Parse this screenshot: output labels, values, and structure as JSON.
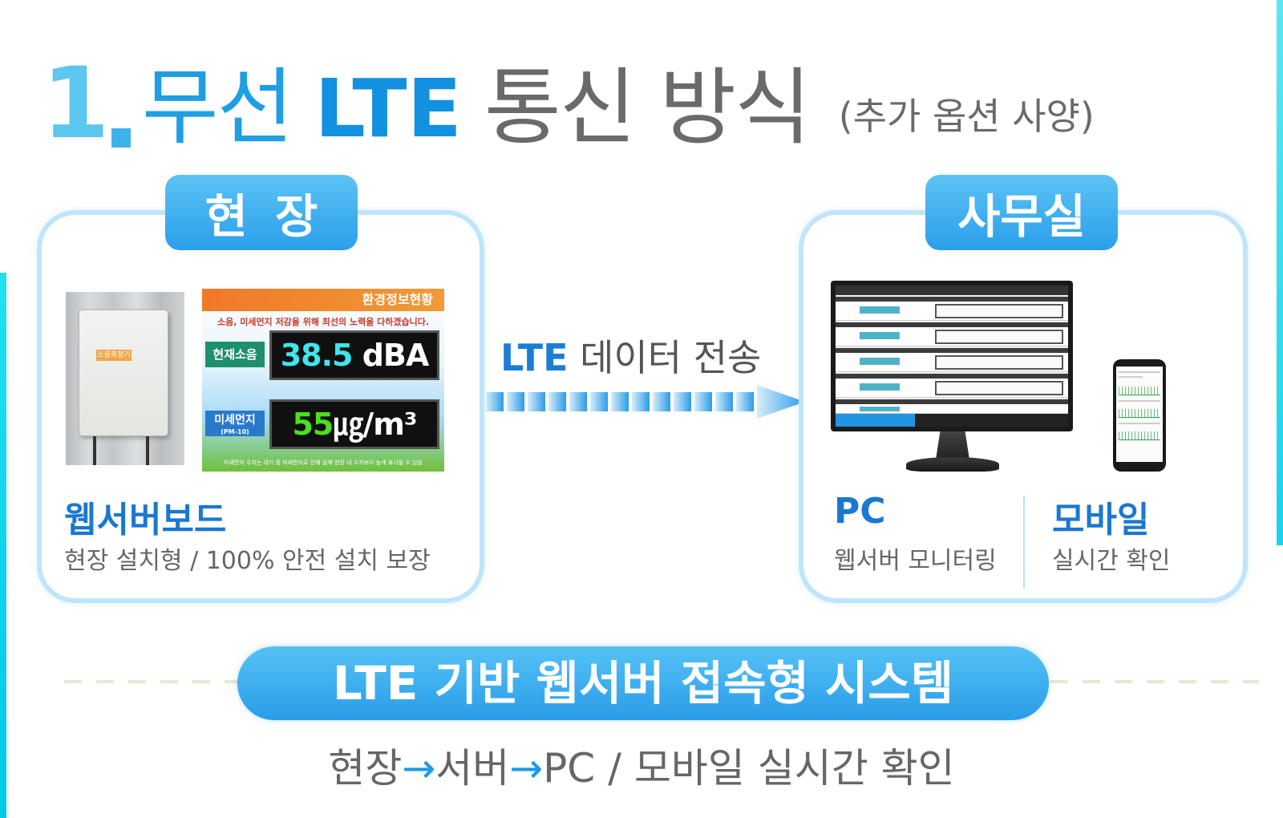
{
  "title": {
    "number": "1",
    "main": "무선",
    "lte": "LTE",
    "rest": "통신 방식",
    "subtitle": "(추가 옵션 사양)"
  },
  "site": {
    "tag": "현장",
    "device_label": "소음측정기",
    "board": {
      "header": "환경정보현황",
      "notice": "소음, 미세먼지 저감을 위해 최선의 노력을 다하겠습니다.",
      "noise_label": "현재소음",
      "noise_value": "38.5",
      "noise_unit": "dBA",
      "dust_label": "미세먼지",
      "dust_sub": "(PM-10)",
      "dust_value": "55",
      "dust_unit": "㎍/m³",
      "footer": "미세먼지 수치는 대기 중 미세먼지로 인해 실제 현장 내 수치보다 높게 표시될 수 있음"
    },
    "name": "웹서버보드",
    "desc": "현장 설치형 / 100% 안전 설치 보장"
  },
  "transfer": {
    "lte": "LTE",
    "label": "데이터 전송"
  },
  "office": {
    "tag": "사무실",
    "pc_name": "PC",
    "pc_desc": "웹서버 모니터링",
    "mobile_name": "모바일",
    "mobile_desc": "실시간 확인"
  },
  "banner": {
    "text": "LTE 기반 웹서버 접속형 시스템"
  },
  "flow": {
    "step1": "현장",
    "arrow": "→",
    "step2": "서버",
    "step3": "PC / 모바일 실시간 확인"
  },
  "colors": {
    "accent": "#1e9fe3",
    "accent_dark": "#1a78d0",
    "panel_border": "#bfe5fa",
    "edge": "#18d2ec"
  }
}
